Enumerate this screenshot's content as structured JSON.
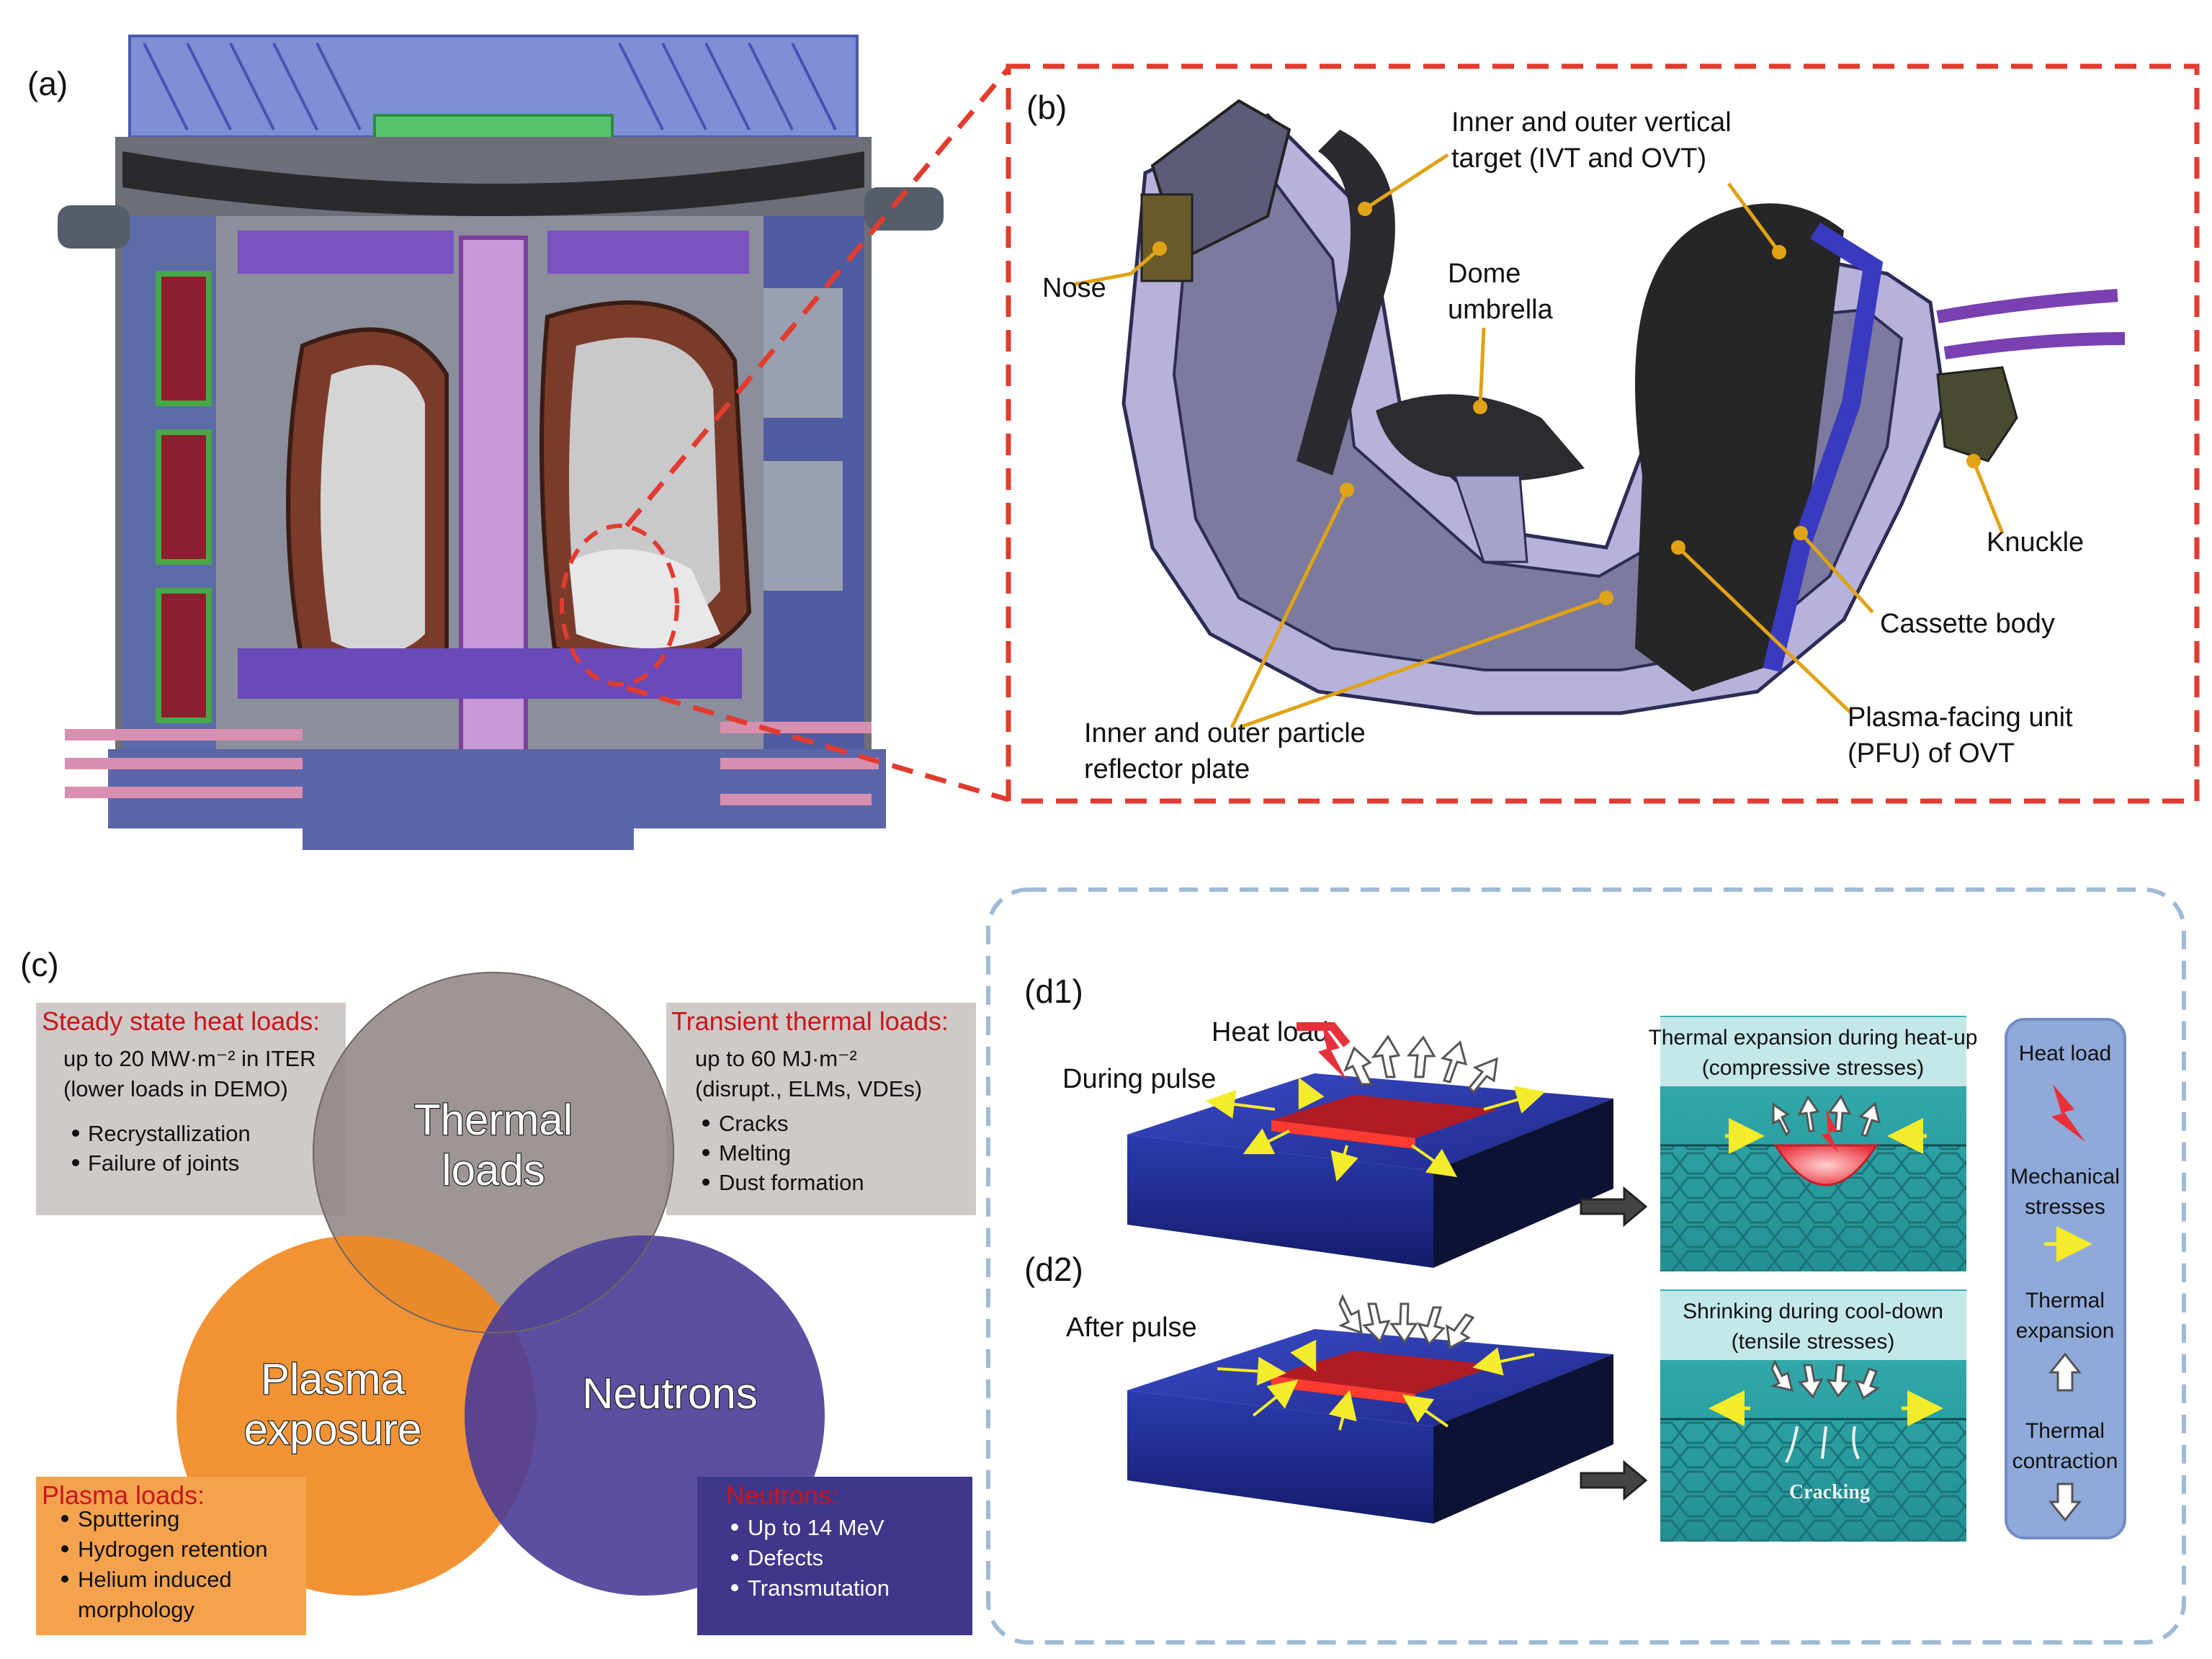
{
  "panels": {
    "a": {
      "label": "(a)"
    },
    "b": {
      "label": "(b)",
      "callouts": {
        "ivt_ovt": [
          "Inner and outer vertical",
          "target (IVT and OVT)"
        ],
        "nose": "Nose",
        "dome": [
          "Dome",
          "umbrella"
        ],
        "knuckle": "Knuckle",
        "cassette": "Cassette body",
        "pfu": [
          "Plasma-facing unit",
          "(PFU) of OVT"
        ],
        "reflector": [
          "Inner and outer particle",
          "reflector plate"
        ]
      }
    },
    "c": {
      "label": "(c)",
      "circles": {
        "thermal": [
          "Thermal",
          "loads"
        ],
        "plasma": [
          "Plasma",
          "exposure"
        ],
        "neutrons": "Neutrons"
      },
      "steady": {
        "title": "Steady state heat loads:",
        "line1": "up to 20 MW·m⁻² in ITER",
        "line2": "(lower loads in DEMO)",
        "items": [
          "Recrystallization",
          "Failure of joints"
        ]
      },
      "transient": {
        "title": "Transient thermal loads:",
        "line1": "up to 60 MJ·m⁻²",
        "line2": "(disrupt., ELMs, VDEs)",
        "items": [
          "Cracks",
          "Melting",
          "Dust formation"
        ]
      },
      "plasma_box": {
        "title": "Plasma loads:",
        "items": [
          "Sputtering",
          "Hydrogen retention",
          "Helium induced",
          "morphology"
        ]
      },
      "neutron_box": {
        "title": "Neutrons:",
        "items": [
          "Up to 14 MeV",
          "Defects",
          "Transmutation"
        ]
      }
    },
    "d": {
      "d1_label": "(d1)",
      "d2_label": "(d2)",
      "heat_load": "Heat load",
      "during_pulse": "During pulse",
      "after_pulse": "After pulse",
      "micro1": [
        "Thermal expansion during heat-up",
        "(compressive stresses)"
      ],
      "micro2": [
        "Shrinking during cool-down",
        "(tensile stresses)"
      ],
      "cracking": "Cracking",
      "legend": {
        "heat_load": "Heat load",
        "mech": [
          "Mechanical",
          "stresses"
        ],
        "expansion": [
          "Thermal",
          "expansion"
        ],
        "contraction": [
          "Thermal",
          "contraction"
        ]
      }
    }
  },
  "colors": {
    "red_dash": "#e23b2f",
    "blue_dash": "#9fbad6",
    "thermal_circle": "#8e8582",
    "plasma_circle": "#f08a24",
    "neutron_circle": "#4a3c97",
    "text_red": "#c8161d",
    "teal": "#2ea6a9",
    "legend_panel": "#8fa9d9"
  }
}
